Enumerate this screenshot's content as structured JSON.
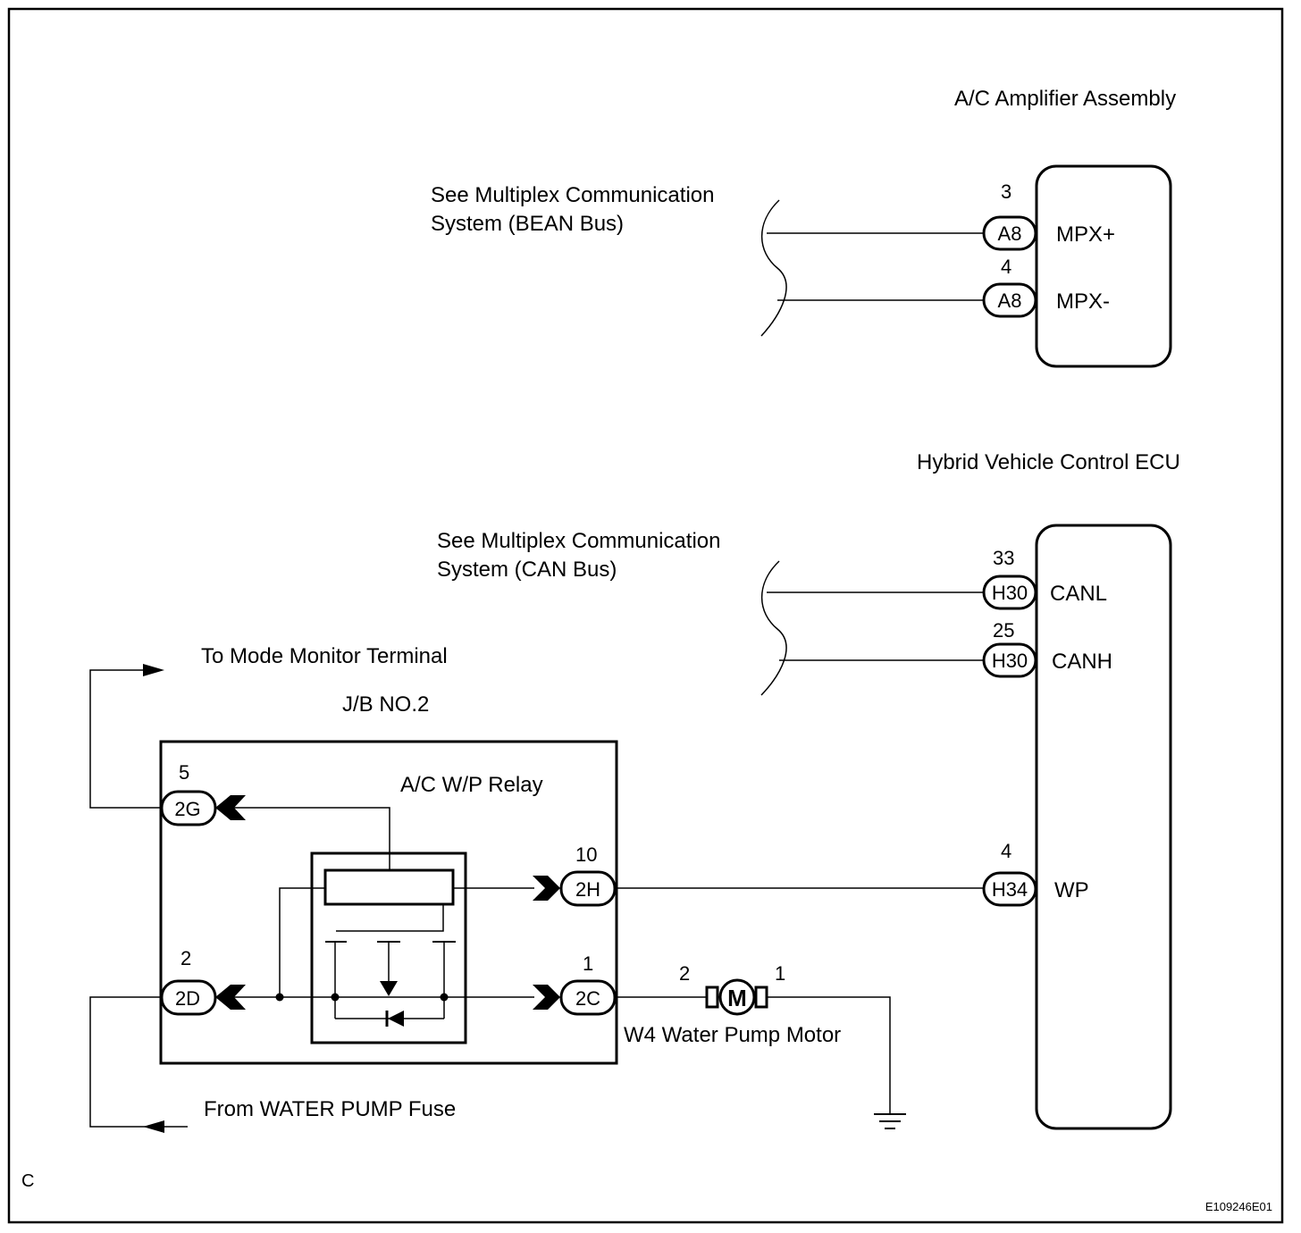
{
  "labels": {
    "ac_amp_title": "A/C Amplifier Assembly",
    "hv_ecu_title": "Hybrid Vehicle Control ECU",
    "bean_note_l1": "See Multiplex Communication",
    "bean_note_l2": "System (BEAN Bus)",
    "can_note_l1": "See Multiplex Communication",
    "can_note_l2": "System (CAN Bus)",
    "mode_monitor": "To Mode Monitor Terminal",
    "jb_title": "J/B NO.2",
    "relay_title": "A/C W/P Relay",
    "fuse_label": "From WATER PUMP Fuse",
    "motor_label": "W4 Water Pump Motor",
    "motor_symbol": "M",
    "corner_letter": "C",
    "figure_id": "E109246E01"
  },
  "ac_amp": {
    "pins": [
      {
        "pin": "3",
        "connector": "A8",
        "signal": "MPX+"
      },
      {
        "pin": "4",
        "connector": "A8",
        "signal": "MPX-"
      }
    ]
  },
  "hv_ecu": {
    "pins": [
      {
        "pin": "33",
        "connector": "H30",
        "signal": "CANL"
      },
      {
        "pin": "25",
        "connector": "H30",
        "signal": "CANH"
      },
      {
        "pin": "4",
        "connector": "H34",
        "signal": "WP"
      }
    ]
  },
  "jb": {
    "terminals": [
      {
        "pin": "5",
        "connector": "2G"
      },
      {
        "pin": "10",
        "connector": "2H"
      },
      {
        "pin": "2",
        "connector": "2D"
      },
      {
        "pin": "1",
        "connector": "2C"
      }
    ]
  },
  "motor": {
    "pins": [
      "2",
      "1"
    ]
  }
}
